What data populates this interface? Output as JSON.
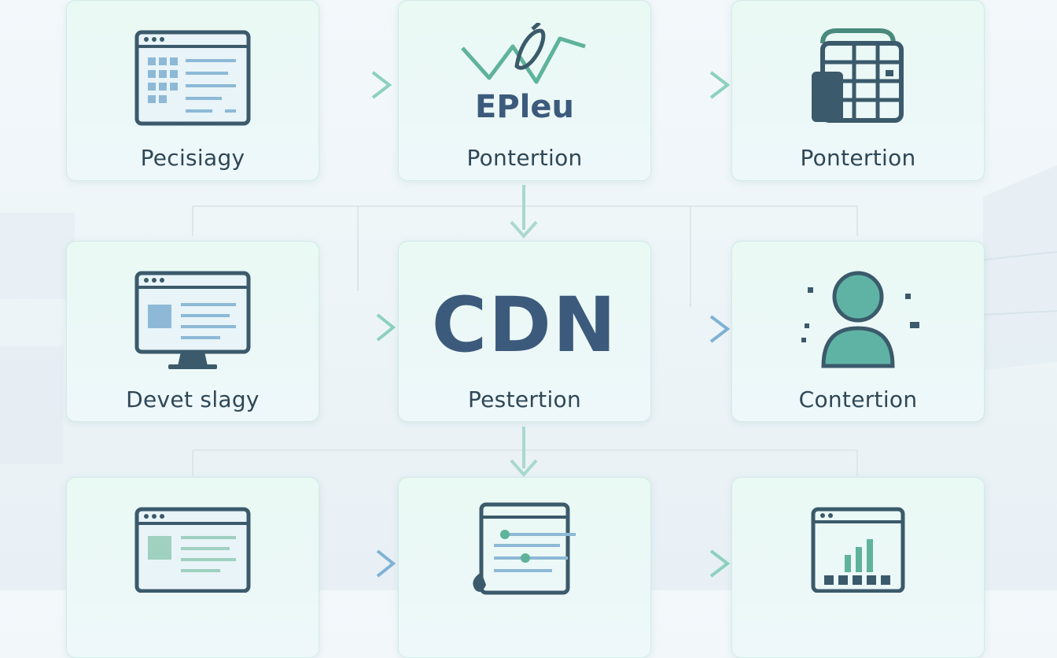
{
  "colors": {
    "card_bg": "#ecf8f5",
    "icon_dark": "#3b5a6b",
    "icon_teal": "#5fb39a",
    "accent_blue": "#7fb2d6",
    "text": "#2f4756"
  },
  "cards": [
    {
      "id": "r1c1",
      "label": "Pecisiagy",
      "icon": "browser-window-grid-icon"
    },
    {
      "id": "r1c2",
      "label": "Pontertion",
      "brand": "EPleu",
      "icon": "wave-logo-icon"
    },
    {
      "id": "r1c3",
      "label": "Pontertion",
      "icon": "storage-table-icon"
    },
    {
      "id": "r2c1",
      "label": "Devet slagy",
      "icon": "monitor-icon"
    },
    {
      "id": "r2c2",
      "label": "Pestertion",
      "title": "CDN",
      "icon": "cdn-text"
    },
    {
      "id": "r2c3",
      "label": "Contertion",
      "icon": "user-icon"
    },
    {
      "id": "r3c1",
      "label": "",
      "icon": "browser-window-icon"
    },
    {
      "id": "r3c2",
      "label": "",
      "icon": "document-sliders-icon"
    },
    {
      "id": "r3c3",
      "label": "",
      "icon": "chart-calendar-icon"
    }
  ]
}
